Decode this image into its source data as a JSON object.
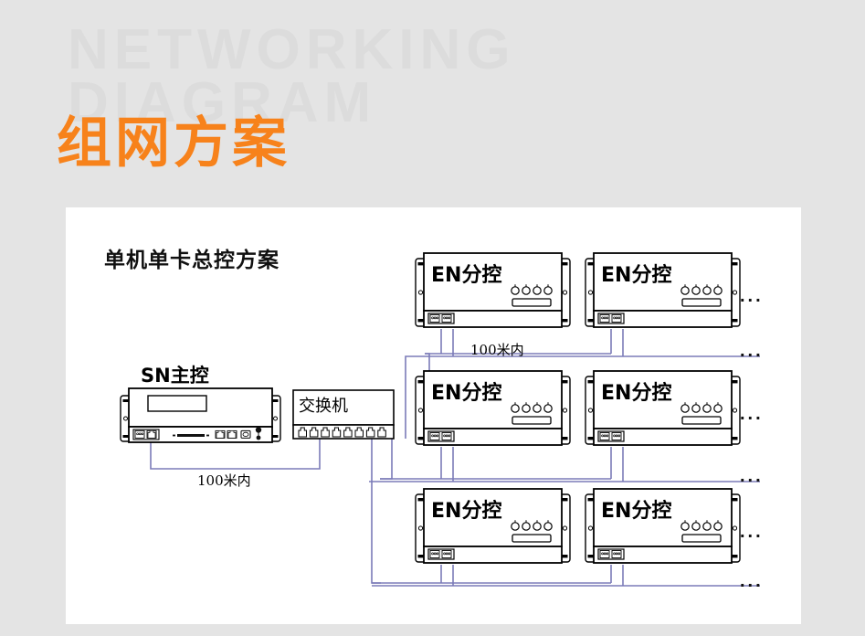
{
  "header": {
    "watermark_line1": "NETWORKING",
    "watermark_line2": "DIAGRAM",
    "title": "组网方案",
    "title_color": "#f7821b",
    "watermark_color": "#dcdcdc"
  },
  "panel": {
    "subtitle": "单机单卡总控方案",
    "background": "#ffffff"
  },
  "diagram": {
    "line_color": "#7b7bb8",
    "device_outline_color": "#000000",
    "master": {
      "label": "SN主控",
      "port_count": 7
    },
    "switch": {
      "label": "交换机",
      "port_count": 8
    },
    "distance_labels": [
      {
        "text": "100米内"
      },
      {
        "text": "100米内"
      }
    ],
    "slave_label": "EN分控",
    "slave_knob_count": 4,
    "slave_port_count": 2,
    "slaves": [
      {
        "row": 1,
        "col": 1,
        "label": "EN分控"
      },
      {
        "row": 1,
        "col": 2,
        "label": "EN分控"
      },
      {
        "row": 2,
        "col": 1,
        "label": "EN分控"
      },
      {
        "row": 2,
        "col": 2,
        "label": "EN分控"
      },
      {
        "row": 3,
        "col": 1,
        "label": "EN分控"
      },
      {
        "row": 3,
        "col": 2,
        "label": "EN分控"
      }
    ],
    "continuation_marks": [
      {
        "id": 1,
        "text": "..."
      },
      {
        "id": 2,
        "text": "..."
      },
      {
        "id": 3,
        "text": "..."
      },
      {
        "id": 4,
        "text": "..."
      },
      {
        "id": 5,
        "text": "..."
      },
      {
        "id": 6,
        "text": "..."
      }
    ]
  }
}
